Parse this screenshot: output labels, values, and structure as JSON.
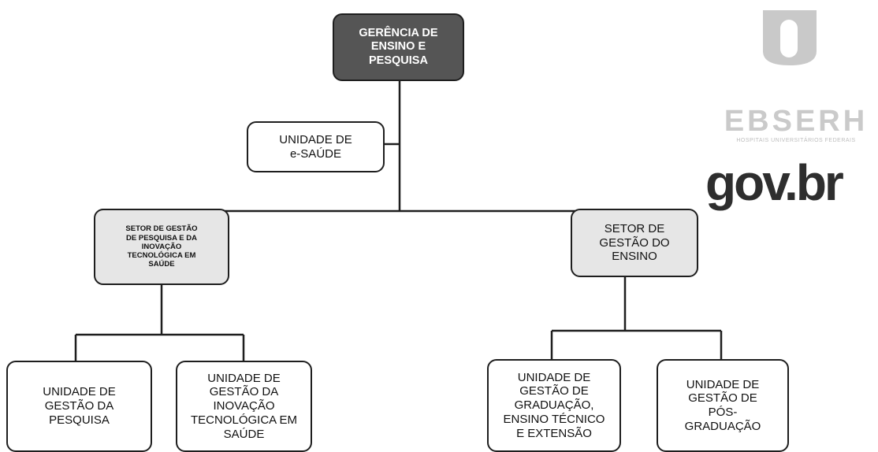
{
  "org_chart": {
    "root": {
      "label": "GERÊNCIA DE\nENSINO E\nPESQUISA"
    },
    "esaude": {
      "label": "UNIDADE DE\ne-SAÚDE"
    },
    "setor_pesquisa": {
      "label": "SETOR DE GESTÃO\nDE PESQUISA E DA\nINOVAÇÃO\nTECNOLÓGICA EM\nSAÚDE"
    },
    "setor_ensino": {
      "label": "SETOR DE\nGESTÃO DO\nENSINO"
    },
    "unidade_pesquisa": {
      "label": "UNIDADE DE\nGESTÃO DA\nPESQUISA"
    },
    "unidade_inovacao": {
      "label": "UNIDADE DE\nGESTÃO DA\nINOVAÇÃO\nTECNOLÓGICA EM\nSAÚDE"
    },
    "unidade_graduacao": {
      "label": "UNIDADE DE\nGESTÃO DE\nGRADUAÇÃO,\nENSINO TÉCNICO\nE EXTENSÃO"
    },
    "unidade_pos": {
      "label": "UNIDADE DE\nGESTÃO DE\nPÓS-\nGRADUAÇÃO"
    }
  },
  "logos": {
    "ebserh_name": "EBSERH",
    "ebserh_tagline": "HOSPITAIS UNIVERSITÁRIOS FEDERAIS",
    "govbr": "gov.br"
  },
  "colors": {
    "line": "#1e1e1e",
    "root_fill": "#555555",
    "sector_fill": "#e6e6e6",
    "unit_fill": "#ffffff",
    "ebserh_logo": "#c9c9c9",
    "govbr": "#2e2e2e"
  }
}
